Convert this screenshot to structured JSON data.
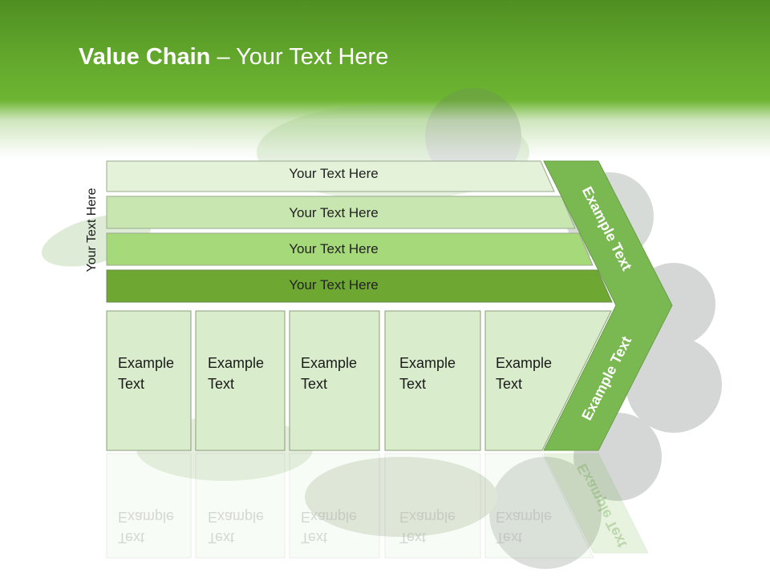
{
  "title": {
    "bold": "Value Chain",
    "rest": " – Your Text Here"
  },
  "side_label": "Your Text Here",
  "bars": [
    {
      "label": "Your Text Here",
      "color": "#e3f2d8"
    },
    {
      "label": "Your Text Here",
      "color": "#c8e6b0"
    },
    {
      "label": "Your Text Here",
      "color": "#a6d97a"
    },
    {
      "label": "Your Text Here",
      "color": "#6ea832"
    }
  ],
  "boxes": [
    {
      "line1": "Example",
      "line2": "Text"
    },
    {
      "line1": "Example",
      "line2": "Text"
    },
    {
      "line1": "Example",
      "line2": "Text"
    },
    {
      "line1": "Example",
      "line2": "Text"
    },
    {
      "line1": "Example",
      "line2": "Text"
    }
  ],
  "chevron": {
    "upper": "Example Text",
    "lower": "Example Text",
    "color": "#7ab851"
  },
  "colors": {
    "header": "#62a72c",
    "box_fill": "#d9eccb",
    "box_border": "#8aa07a"
  }
}
